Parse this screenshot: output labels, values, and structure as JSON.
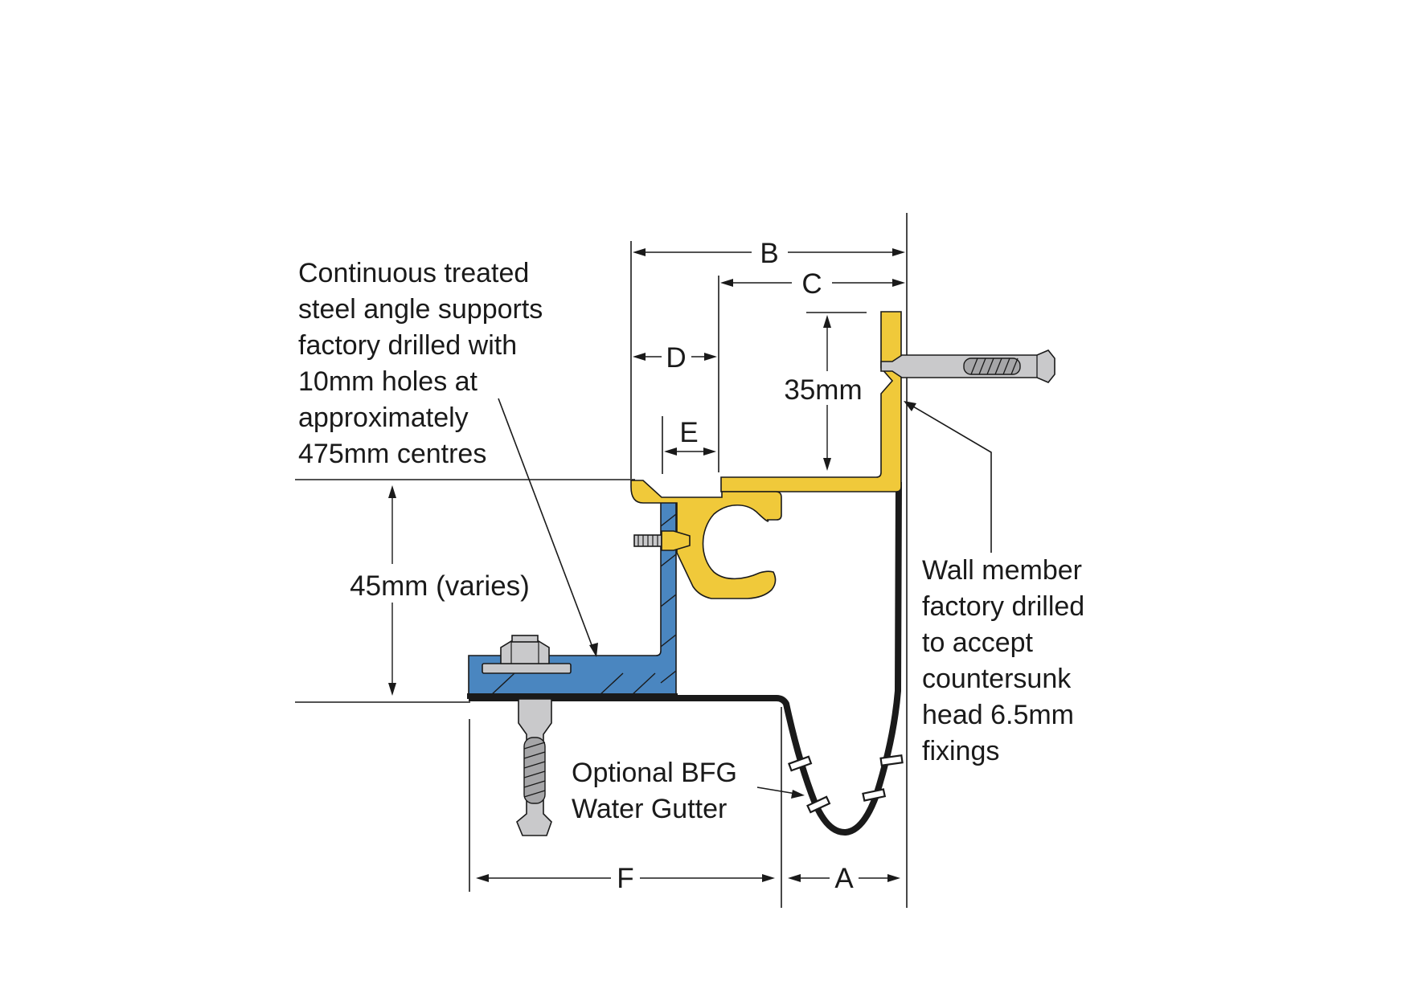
{
  "notes": {
    "angle_support": [
      "Continuous treated",
      "steel angle supports",
      "factory drilled with",
      "10mm holes at",
      "approximately",
      "475mm centres"
    ],
    "wall_member": [
      "Wall member",
      "factory drilled",
      "to accept",
      "countersunk",
      "head 6.5mm",
      "fixings"
    ],
    "gutter": [
      "Optional BFG",
      "Water Gutter"
    ]
  },
  "dimensions": {
    "a": "A",
    "b": "B",
    "c": "C",
    "d": "D",
    "e": "E",
    "f": "F",
    "height_35": "35mm",
    "height_45": "45mm (varies)"
  },
  "colors": {
    "wall_member": "#f0c93a",
    "steel_angle": "#4a86c0",
    "fixings": "#c9c9cb",
    "outline": "#1a1a1a"
  }
}
